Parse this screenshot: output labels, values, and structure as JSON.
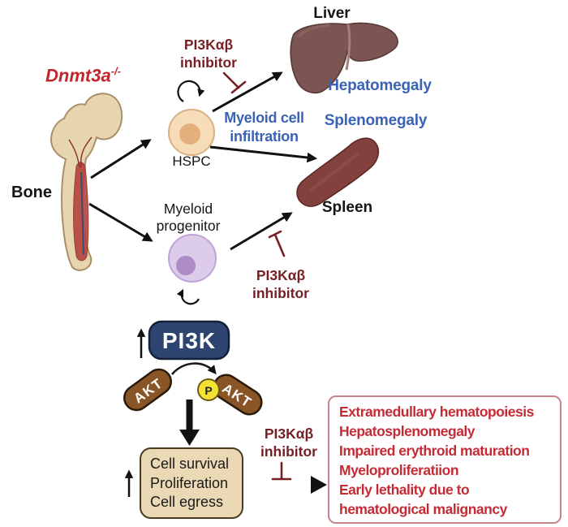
{
  "figure": {
    "subject": "Dnmt3a knockout PI3K signaling pathway diagram"
  },
  "genotype": {
    "gene": "Dnmt3a",
    "allele": "-/-"
  },
  "labels": {
    "bone": "Bone",
    "hspc": "HSPC",
    "myeloid_progenitor": "Myeloid\nprogenitor",
    "liver": "Liver",
    "spleen": "Spleen",
    "hepatomegaly": "Hepatomegaly",
    "splenomegaly": "Splenomegaly",
    "myeloid_infiltration": "Myeloid cell\ninfiltration",
    "pi3k_inhibitor": "PI3Kαβ\ninhibitor"
  },
  "pathway": {
    "pi3k": "PI3K",
    "akt": "AKT",
    "phospho": "P"
  },
  "cell_box": {
    "lines": "Cell survival\nProliferation\nCell egress"
  },
  "outcomes_box": {
    "lines": "Extramedullary hematopoiesis\nHepatosplenomegaly\nImpaired erythroid maturation\nMyeloproliferatiion\nEarly lethality due to\nhematological malignancy"
  },
  "colors": {
    "genotype_red": "#c1272d",
    "phenotype_blue": "#3a62b5",
    "inhibitor_maroon": "#761f24",
    "outcome_red": "#c52b35",
    "outcome_box_border": "#c8858a",
    "pi3k_box_fill": "#2e4571",
    "akt_fill": "#8a5526",
    "phospho_yellow": "#f3e135",
    "cell_box_fill": "#ead9b4",
    "bone_fill": "#e7d5b0",
    "liver_fill": "#7a5551",
    "spleen_fill": "#83413d",
    "hspc_fill": "#f6ddb7",
    "myeloid_cell_fill": "#dccbe9"
  }
}
